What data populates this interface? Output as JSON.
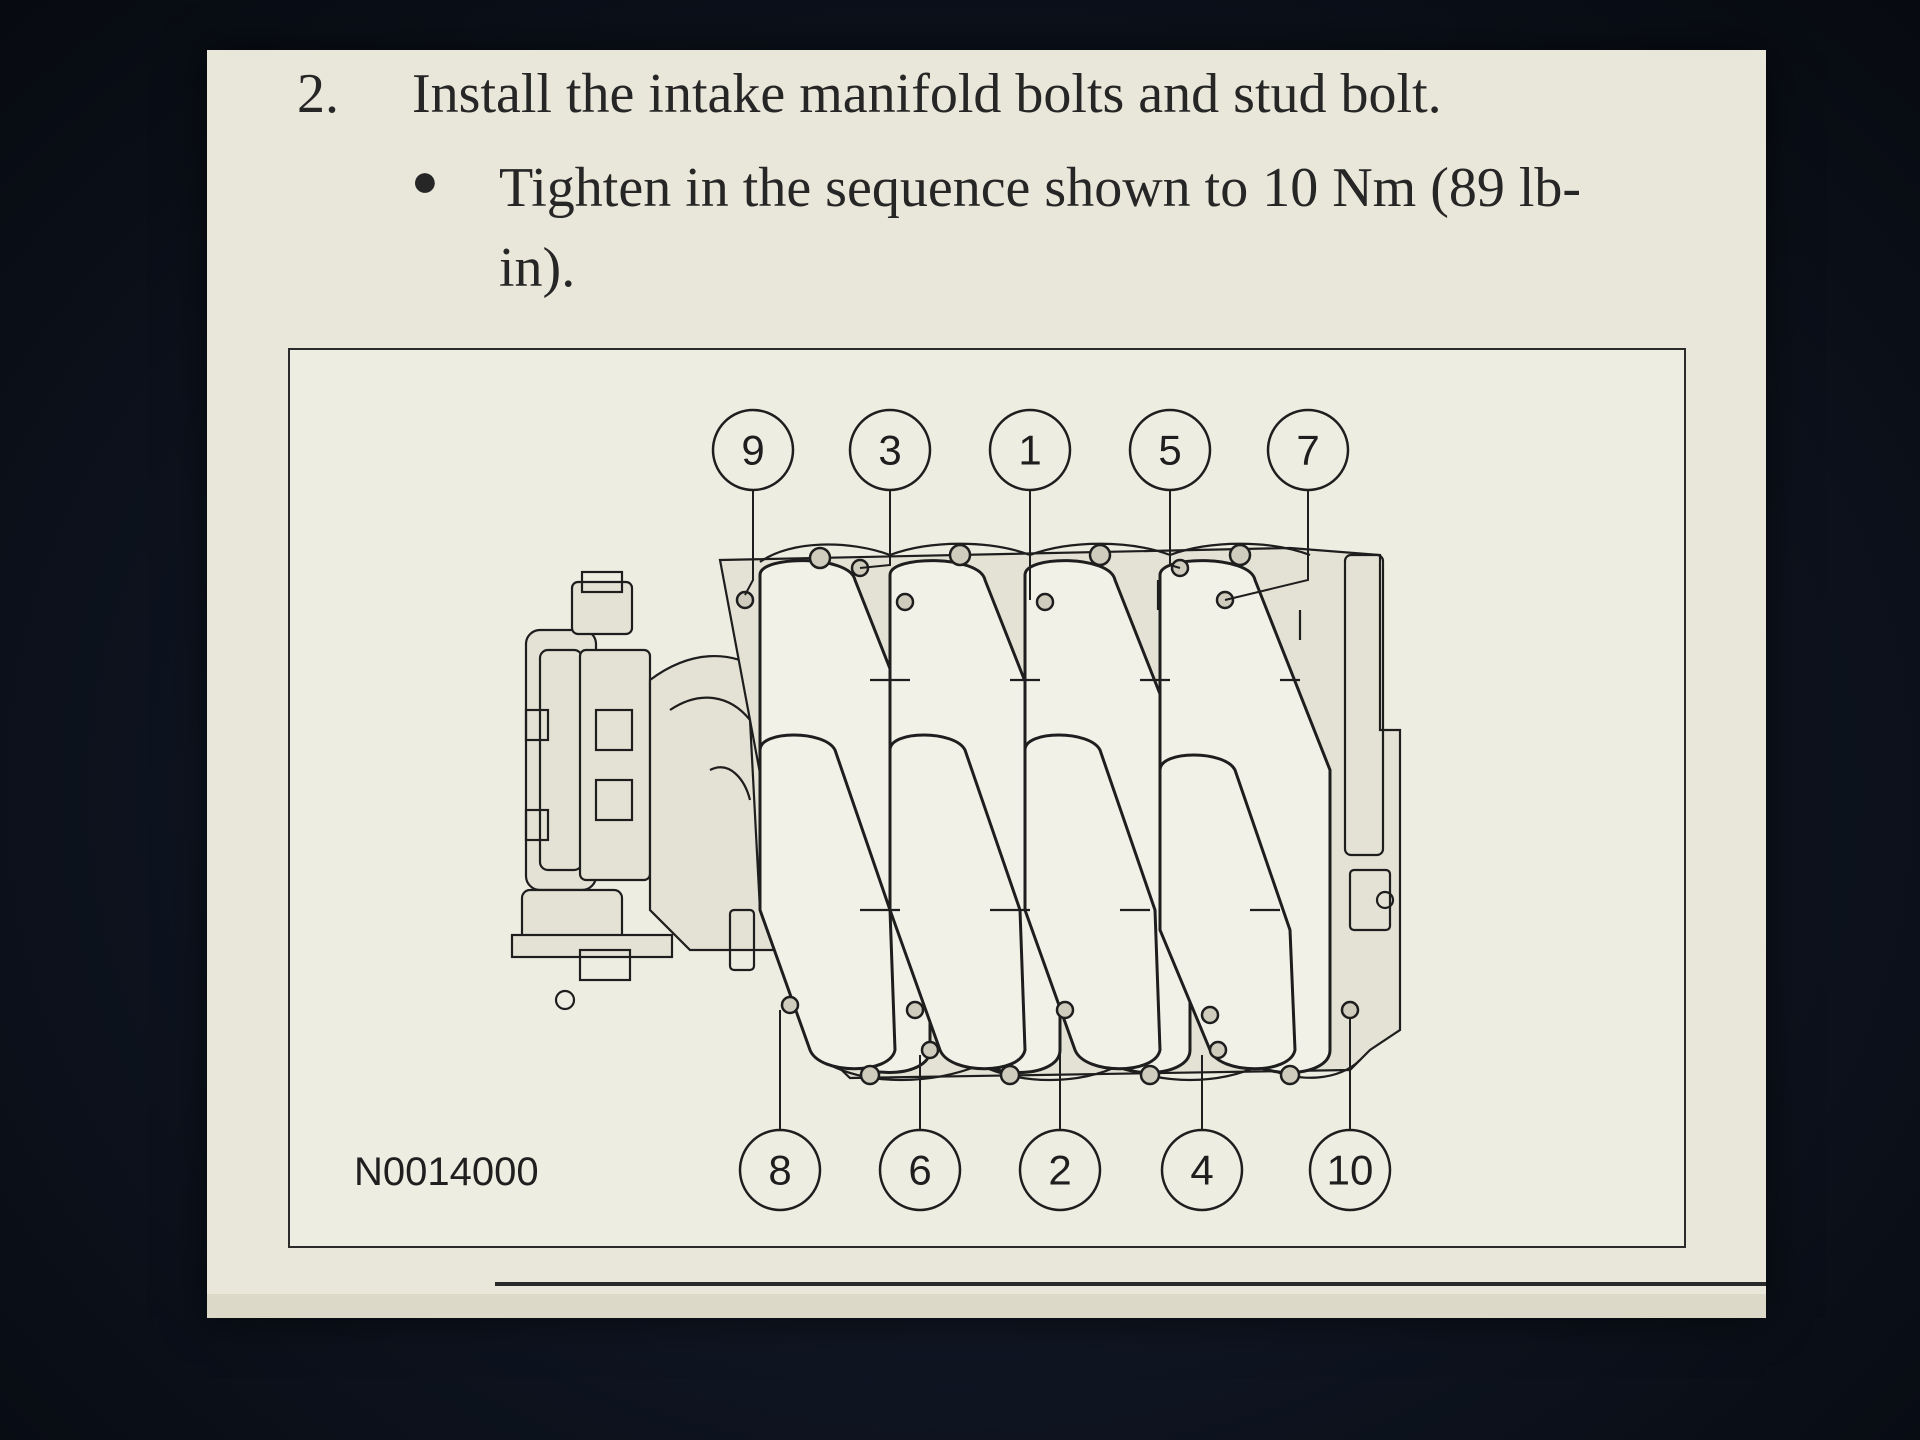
{
  "step": {
    "number": "2.",
    "text": "Install the intake manifold bolts and stud bolt."
  },
  "bullet": {
    "text": "Tighten in the sequence shown to 10 Nm (89 lb-in)."
  },
  "figure": {
    "id": "N0014000",
    "top_callouts": [
      "9",
      "3",
      "1",
      "5",
      "7"
    ],
    "bottom_callouts": [
      "8",
      "6",
      "2",
      "4",
      "10"
    ]
  }
}
